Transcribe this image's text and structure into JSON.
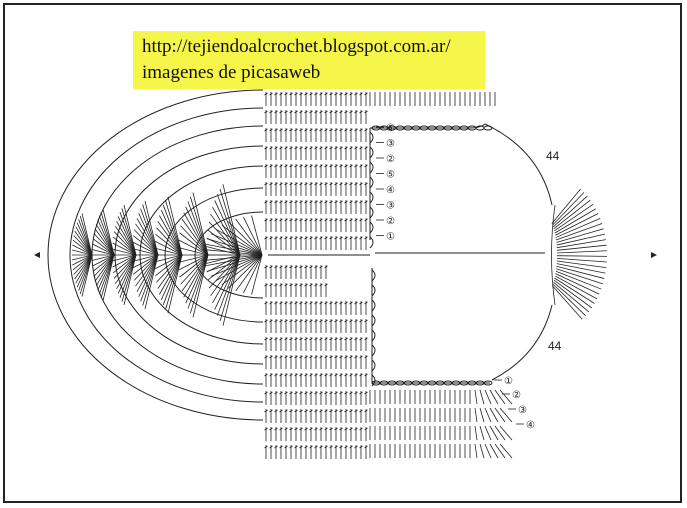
{
  "source_text": {
    "url": "http://tejiendoalcrochet.blogspot.com.ar/",
    "subtitle": "imagenes de picasaweb"
  },
  "diagram": {
    "measure_labels": [
      "44",
      "44"
    ],
    "upper_row_markers": [
      "⑥",
      "③",
      "②",
      "⑤",
      "④",
      "③",
      "②",
      "①"
    ],
    "lower_row_markers": [
      "①",
      "②",
      "③",
      "④"
    ]
  },
  "colors": {
    "highlight": "#f5f54a",
    "ink": "#222222",
    "background": "#ffffff"
  }
}
